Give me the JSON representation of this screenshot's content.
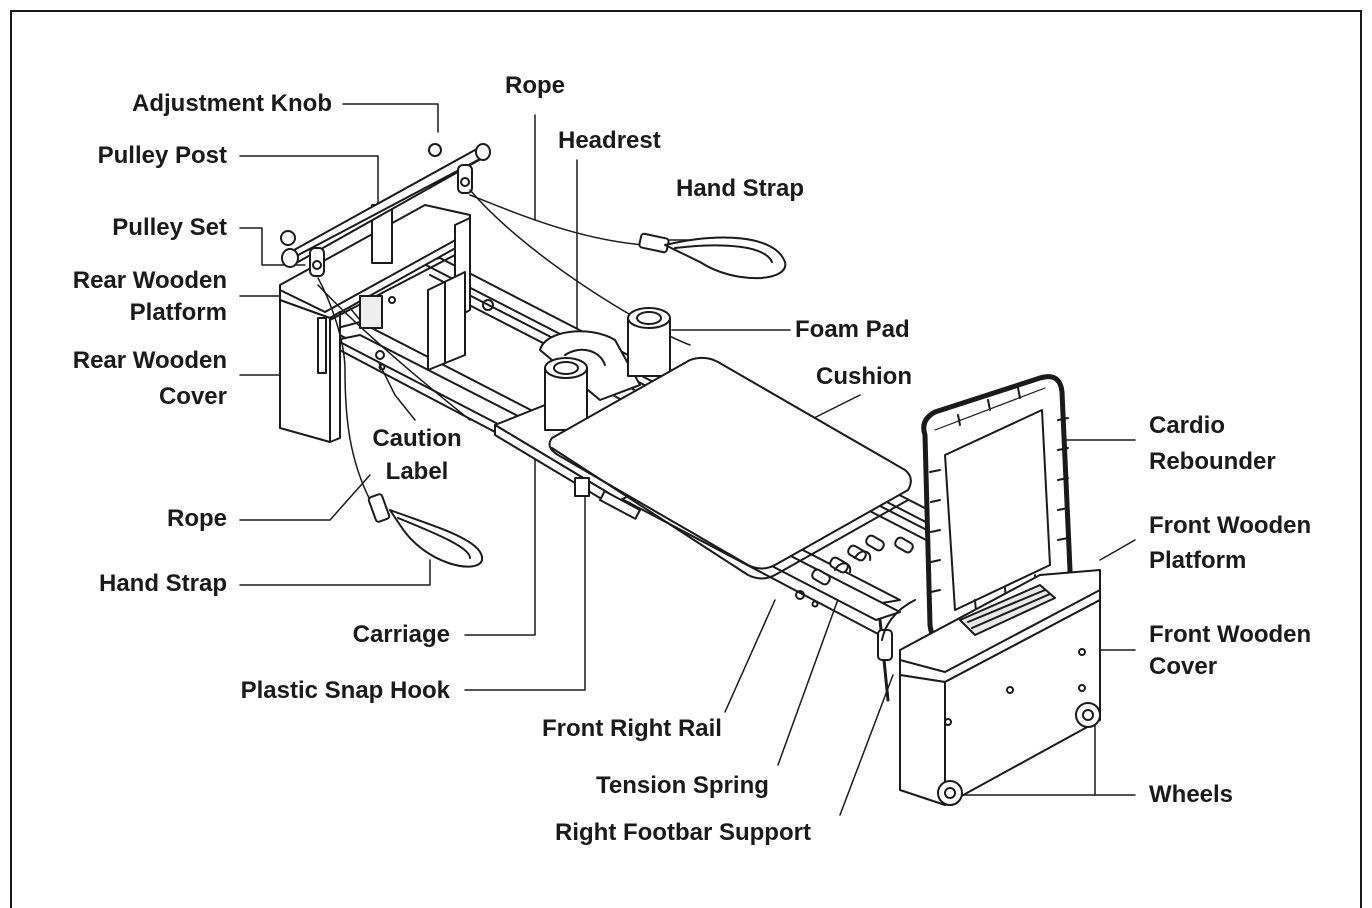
{
  "labels": {
    "adjustment_knob": "Adjustment Knob",
    "pulley_post": "Pulley Post",
    "pulley_set": "Pulley Set",
    "rear_wooden_platform_1": "Rear Wooden",
    "rear_wooden_platform_2": "Platform",
    "rear_wooden_cover_1": "Rear Wooden",
    "rear_wooden_cover_2": "Cover",
    "rope_top": "Rope",
    "headrest": "Headrest",
    "hand_strap_top": "Hand Strap",
    "foam_pad": "Foam Pad",
    "cushion": "Cushion",
    "caution_label_1": "Caution",
    "caution_label_2": "Label",
    "cardio_rebounder_1": "Cardio",
    "cardio_rebounder_2": "Rebounder",
    "front_wooden_platform_1": "Front Wooden",
    "front_wooden_platform_2": "Platform",
    "front_wooden_cover_1": "Front Wooden",
    "front_wooden_cover_2": "Cover",
    "rope_bottom": "Rope",
    "hand_strap_bottom": "Hand Strap",
    "carriage": "Carriage",
    "plastic_snap_hook": "Plastic Snap Hook",
    "front_right_rail": "Front Right Rail",
    "tension_spring": "Tension Spring",
    "right_footbar_support": "Right Footbar Support",
    "wheels": "Wheels"
  },
  "colors": {
    "ink": "#1a1a1a",
    "fill": "#ffffff",
    "shade": "#f2f2f2"
  }
}
